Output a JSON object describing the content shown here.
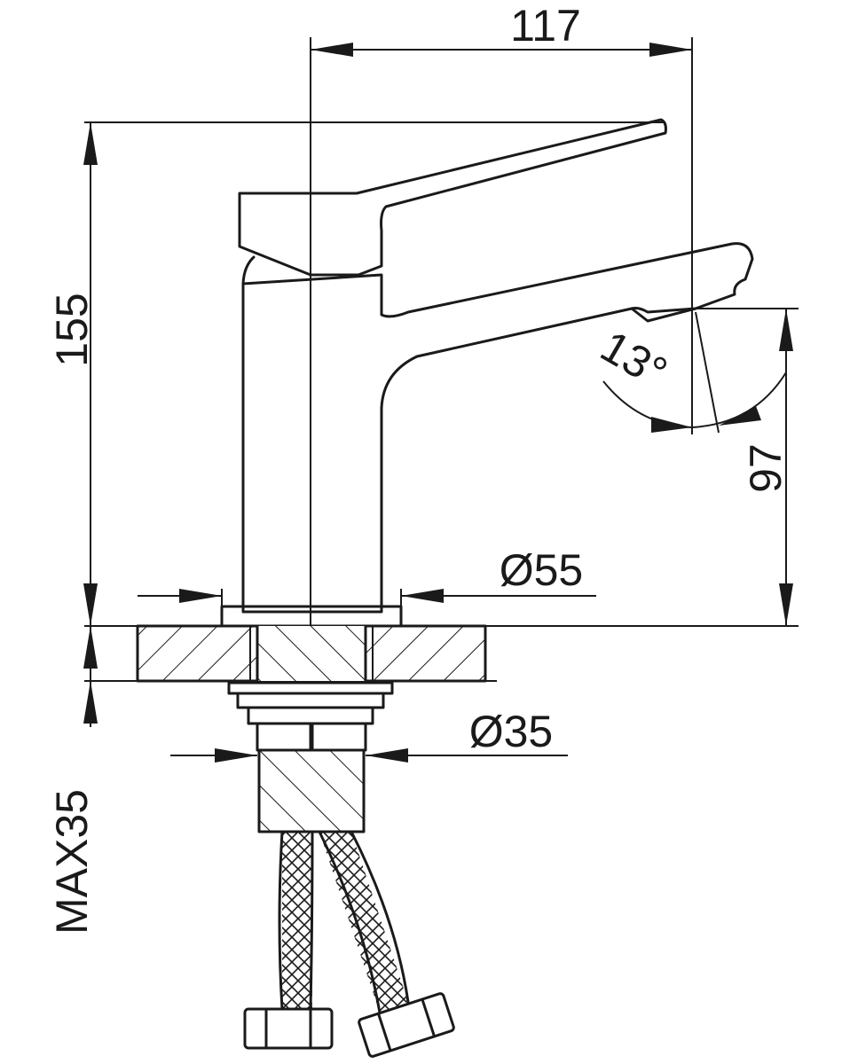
{
  "dimensions": {
    "width_top": "117",
    "total_height": "155",
    "spout_height": "97",
    "spout_angle": "13°",
    "base_diameter": "Ø55",
    "shank_diameter": "Ø35",
    "max_counter": "MAX35"
  },
  "colors": {
    "line": "#1a1a1a",
    "background": "#ffffff"
  }
}
